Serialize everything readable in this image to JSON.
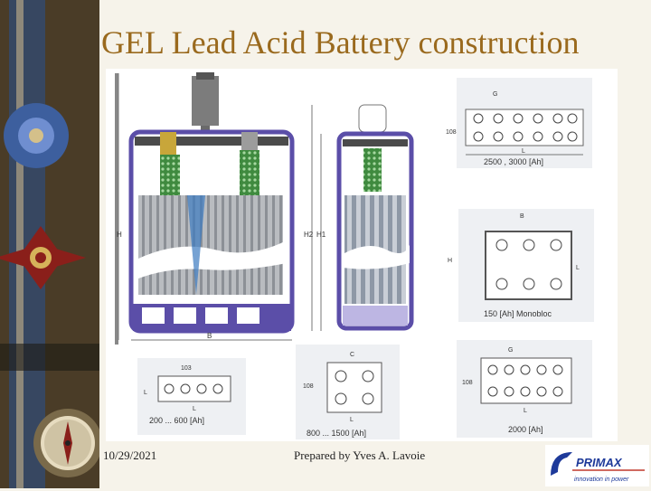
{
  "slide": {
    "title": "GEL Lead Acid Battery construction",
    "footer_date": "10/29/2021",
    "footer_author": "Prepared by Yves A. Lavoie"
  },
  "figure": {
    "cell_labels": {
      "H": "H",
      "B": "B",
      "H2": "H2",
      "H1": "H1"
    },
    "panels": {
      "top_right": {
        "dim_g": "G",
        "dim_108": "108",
        "dim_l": "L",
        "caption": "2500 , 3000 [Ah]"
      },
      "mid_right": {
        "dim_b": "B",
        "dim_h": "H",
        "dim_l": "L",
        "caption": "150 [Ah] Monobloc"
      },
      "bottom_left": {
        "dim_103": "103",
        "dim_l": "L",
        "dim_l2": "L",
        "caption": "200 ... 600 [Ah]"
      },
      "bottom_mid": {
        "dim_c": "C",
        "dim_108": "108",
        "dim_l": "L",
        "caption": "800 ... 1500 [Ah]"
      },
      "bottom_right": {
        "dim_g": "G",
        "dim_108": "108",
        "dim_l": "L",
        "caption": "2000 [Ah]"
      }
    }
  },
  "logo": {
    "brand": "PRIMAX",
    "tagline": "innovation in power",
    "accent_color": "#1e3a9a",
    "secondary_color": "#c0392b"
  },
  "theme": {
    "title_color": "#9a6a1e",
    "background": "#f6f3ea",
    "battery_case_color": "#5b4ea8"
  }
}
